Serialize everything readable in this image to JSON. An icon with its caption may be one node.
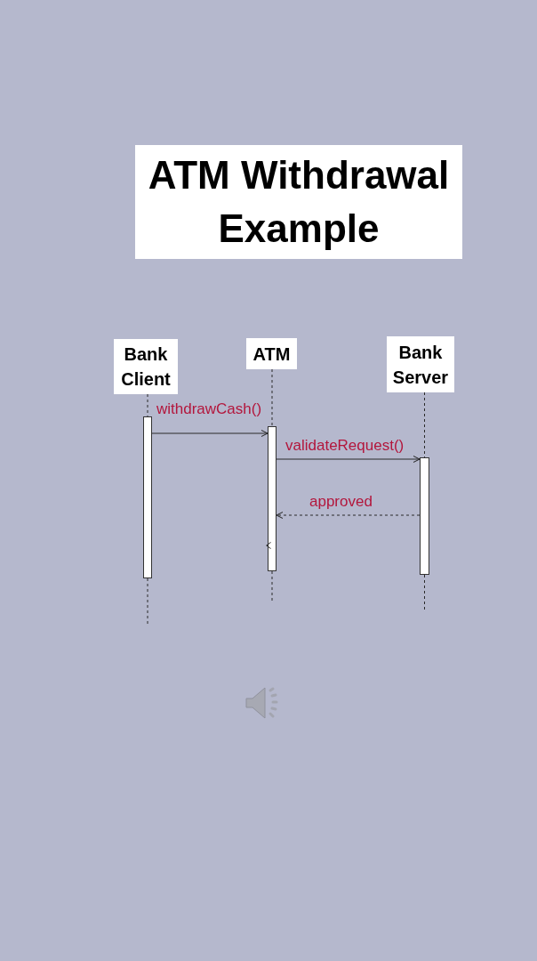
{
  "diagram": {
    "title": "ATM Withdrawal Example",
    "nodes": [
      {
        "text": [
          "Bank Client"
        ]
      },
      {
        "text": [
          "ATM"
        ]
      },
      {
        "text": [
          "Bank Server"
        ]
      },
      {
        "text": [],
        "shape": "bar"
      },
      {
        "text": [],
        "shape": "bar"
      },
      {
        "text": [],
        "shape": "bar"
      }
    ],
    "edges": [
      {
        "from": 0,
        "to": 3,
        "arrow": "none",
        "style": "dashed"
      },
      {
        "from": 3,
        "to": null,
        "arrow": "none",
        "style": "dashed"
      },
      {
        "from": 1,
        "to": 4,
        "arrow": "none",
        "style": "dashed"
      },
      {
        "from": 4,
        "to": null,
        "arrow": "none",
        "style": "dashed"
      },
      {
        "from": 2,
        "to": 5,
        "arrow": "none",
        "style": "dashed"
      },
      {
        "from": 5,
        "to": null,
        "arrow": "none",
        "style": "dashed"
      },
      {
        "from": 3,
        "to": 4,
        "arrow": "to",
        "label": "withdrawCash()"
      },
      {
        "from": 4,
        "to": 5,
        "arrow": "to",
        "label": "validateRequest()"
      },
      {
        "from": 5,
        "to": 4,
        "arrow": "to",
        "label": "approved",
        "style": "dashed"
      }
    ]
  }
}
